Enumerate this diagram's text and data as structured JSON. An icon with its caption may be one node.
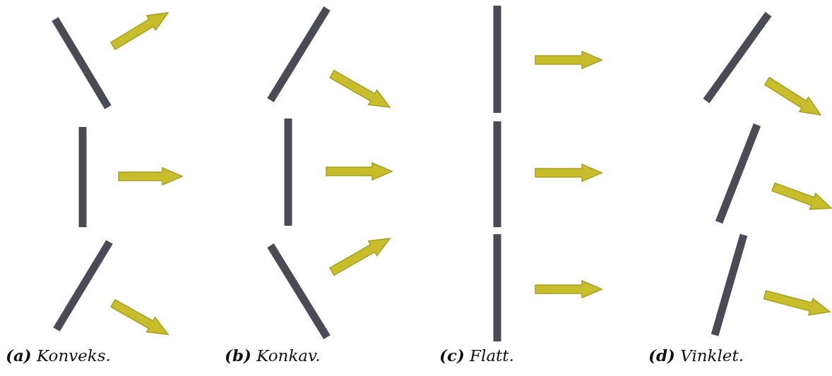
{
  "diagram": {
    "labels": [
      "**(a)** Konveks.",
      "**(b)** Konkav.",
      "**(c)** Flatt.",
      "**(d)** Vinklet."
    ]
  }
}
